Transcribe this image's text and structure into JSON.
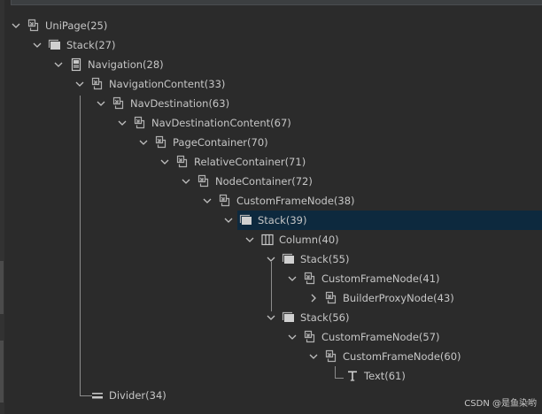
{
  "tree": {
    "nodes": [
      {
        "label": "UniPage(25)",
        "depth": 0,
        "icon": "component-icon",
        "toggle": "expanded"
      },
      {
        "label": "Stack(27)",
        "depth": 1,
        "icon": "stack-icon",
        "toggle": "expanded"
      },
      {
        "label": "Navigation(28)",
        "depth": 2,
        "icon": "navigation-icon",
        "toggle": "expanded"
      },
      {
        "label": "NavigationContent(33)",
        "depth": 3,
        "icon": "component-icon",
        "toggle": "expanded"
      },
      {
        "label": "NavDestination(63)",
        "depth": 4,
        "icon": "component-icon",
        "toggle": "expanded"
      },
      {
        "label": "NavDestinationContent(67)",
        "depth": 5,
        "icon": "component-icon",
        "toggle": "expanded"
      },
      {
        "label": "PageContainer(70)",
        "depth": 6,
        "icon": "component-icon",
        "toggle": "expanded"
      },
      {
        "label": "RelativeContainer(71)",
        "depth": 7,
        "icon": "component-icon",
        "toggle": "expanded"
      },
      {
        "label": "NodeContainer(72)",
        "depth": 8,
        "icon": "component-icon",
        "toggle": "expanded"
      },
      {
        "label": "CustomFrameNode(38)",
        "depth": 9,
        "icon": "component-icon",
        "toggle": "expanded"
      },
      {
        "label": "Stack(39)",
        "depth": 10,
        "icon": "stack-icon",
        "toggle": "expanded",
        "selected": true
      },
      {
        "label": "Column(40)",
        "depth": 11,
        "icon": "column-icon",
        "toggle": "expanded"
      },
      {
        "label": "Stack(55)",
        "depth": 12,
        "icon": "stack-icon",
        "toggle": "expanded"
      },
      {
        "label": "CustomFrameNode(41)",
        "depth": 13,
        "icon": "component-icon",
        "toggle": "expanded"
      },
      {
        "label": "BuilderProxyNode(43)",
        "depth": 14,
        "icon": "component-icon",
        "toggle": "collapsed"
      },
      {
        "label": "Stack(56)",
        "depth": 12,
        "icon": "stack-icon",
        "toggle": "expanded"
      },
      {
        "label": "CustomFrameNode(57)",
        "depth": 13,
        "icon": "component-icon",
        "toggle": "expanded"
      },
      {
        "label": "CustomFrameNode(60)",
        "depth": 14,
        "icon": "component-icon",
        "toggle": "expanded"
      },
      {
        "label": "Text(61)",
        "depth": 15,
        "icon": "text-icon",
        "toggle": "leaf"
      },
      {
        "label": "Divider(34)",
        "depth": 3,
        "icon": "divider-icon",
        "toggle": "leaf"
      }
    ]
  },
  "footer": {
    "watermark": "CSDN @是鱼染哟"
  },
  "colors": {
    "background": "#2b2b2b",
    "selection": "#0d293e",
    "text": "#c6c6c6",
    "icon": "#b0b0b0"
  }
}
